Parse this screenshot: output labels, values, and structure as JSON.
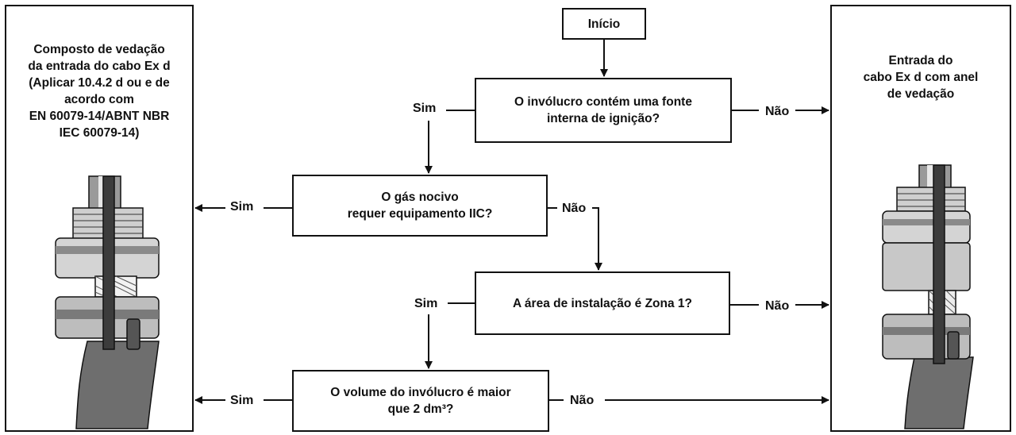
{
  "diagram": {
    "start": "Início",
    "q1": {
      "line1": "O invólucro contém uma fonte",
      "line2": "interna de ignição?"
    },
    "q2": {
      "line1": "O gás nocivo",
      "line2": "requer equipamento IIC?"
    },
    "q3": {
      "line1": "A área de instalação é Zona 1?"
    },
    "q4": {
      "line1": "O volume do invólucro é maior",
      "line2": "que 2 dm³?"
    },
    "left_result": {
      "lines": [
        "Composto de vedação",
        "da entrada do cabo Ex d",
        "(Aplicar 10.4.2 d ou e de",
        "acordo com",
        "EN 60079-14/ABNT NBR",
        "IEC 60079-14)"
      ]
    },
    "right_result": {
      "lines": [
        "Entrada do",
        "cabo Ex d com anel",
        "de vedação"
      ]
    },
    "labels": {
      "yes": "Sim",
      "no": "Não"
    }
  },
  "colors": {
    "line": "#111111",
    "metal_light": "#d9d9d9",
    "metal_dark": "#5a5a5a",
    "background": "#ffffff"
  },
  "icons": [
    "cable-gland-compound-illustration",
    "cable-gland-ring-illustration"
  ]
}
